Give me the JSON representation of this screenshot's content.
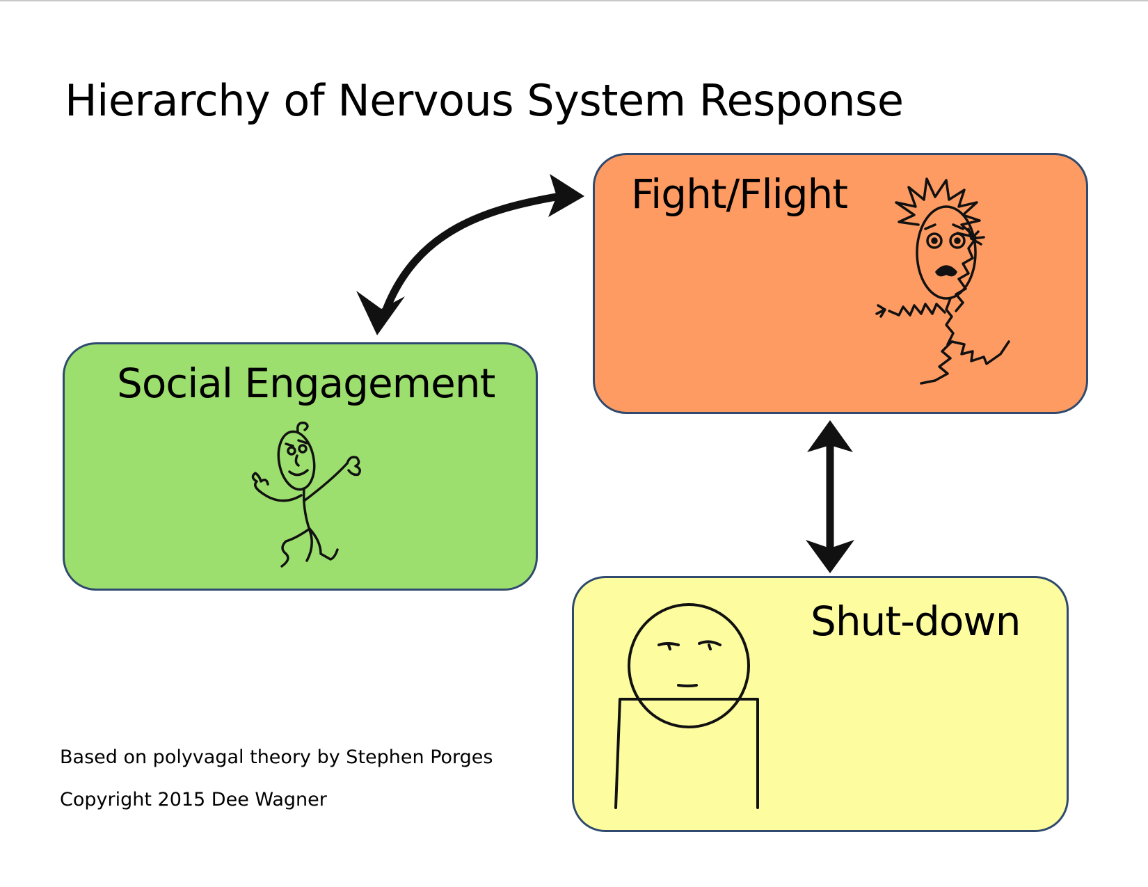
{
  "title": "Hierarchy of Nervous System Response",
  "colors": {
    "social": "#9ddf6e",
    "fight": "#fe9b62",
    "shut": "#fdfd9f",
    "border": "#2f4a6e",
    "ink": "#111111"
  },
  "nodes": {
    "social": {
      "label": "Social Engagement",
      "figure": "relaxed-stick-figure"
    },
    "fight": {
      "label": "Fight/Flight",
      "figure": "panicked-stick-figure"
    },
    "shut": {
      "label": "Shut-down",
      "figure": "flat-faced-head-figure"
    }
  },
  "edges": [
    {
      "from": "social",
      "to": "fight",
      "direction": "both"
    },
    {
      "from": "fight",
      "to": "shut",
      "direction": "both"
    }
  ],
  "credits": {
    "theory": "Based on polyvagal theory by Stephen Porges",
    "copyright": "Copyright 2015 Dee Wagner"
  }
}
